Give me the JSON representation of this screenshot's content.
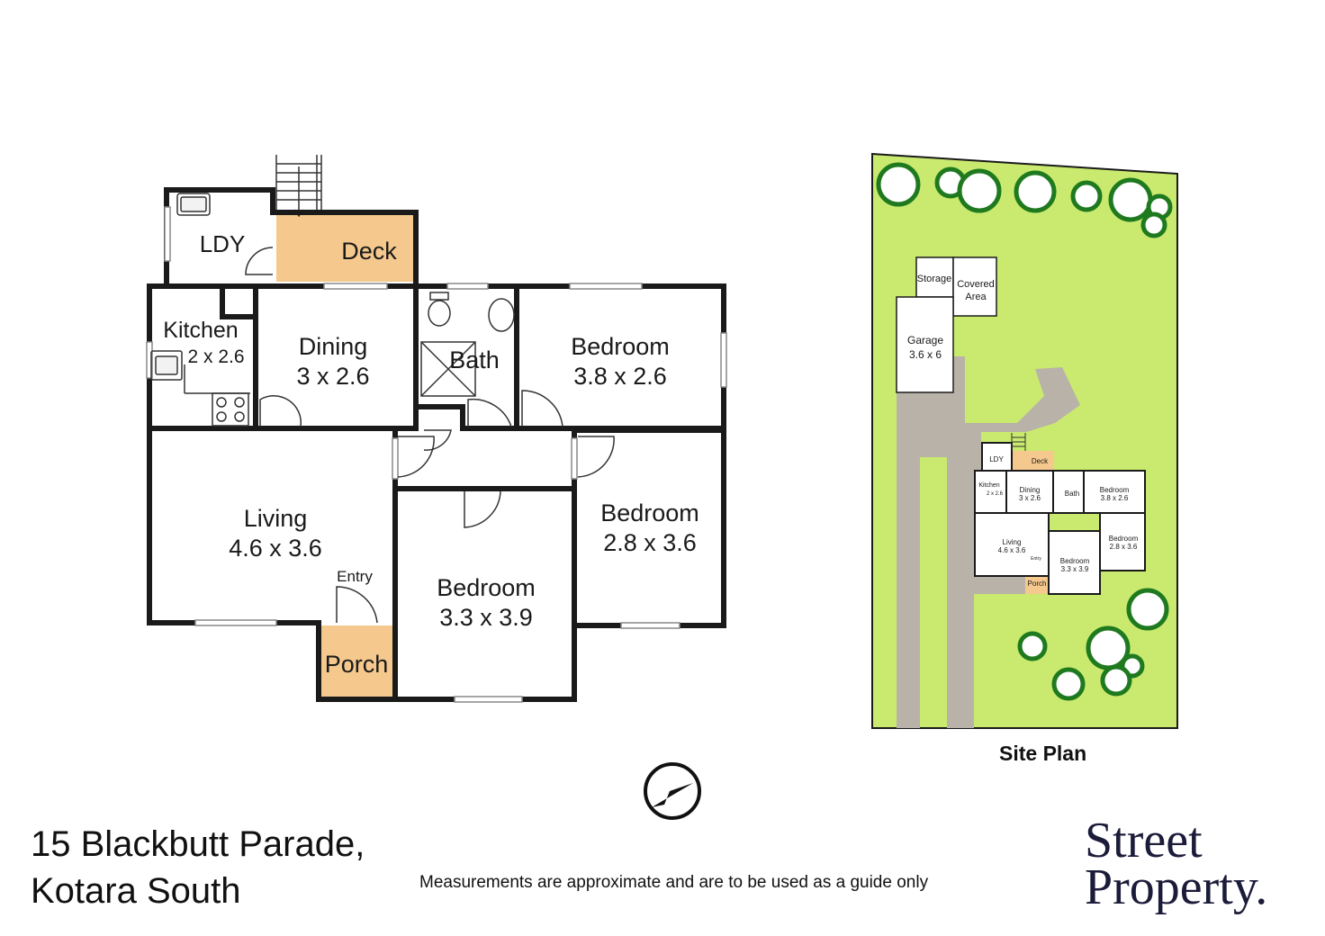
{
  "address": {
    "line1": "15 Blackbutt Parade,",
    "line2": "Kotara South"
  },
  "disclaimer": "Measurements are approximate and are to be used as a guide only",
  "brand": {
    "line1": "Street",
    "line2": "Property."
  },
  "site_plan": {
    "title": "Site Plan",
    "labels": {
      "storage": "Storage",
      "covered": "Covered",
      "area": "Area",
      "garage": "Garage",
      "garage_dim": "3.6 x 6",
      "ldy": "LDY",
      "deck": "Deck",
      "kitchen": "Kitchen",
      "kitchen_dim": "2 x 2.6",
      "dining": "Dining",
      "dining_dim": "3 x 2.6",
      "bath": "Bath",
      "bed1": "Bedroom",
      "bed1_dim": "3.8 x 2.6",
      "bed2": "Bedroom",
      "bed2_dim": "2.8 x 3.6",
      "living": "Living",
      "living_dim": "4.6 x 3.6",
      "entry": "Entry",
      "bed3": "Bedroom",
      "bed3_dim": "3.3 x 3.9",
      "porch": "Porch"
    }
  },
  "floor_plan": {
    "ldy": "LDY",
    "deck": "Deck",
    "kitchen": {
      "name": "Kitchen",
      "dim": "2 x 2.6"
    },
    "dining": {
      "name": "Dining",
      "dim": "3 x 2.6"
    },
    "bath": "Bath",
    "bedroom1": {
      "name": "Bedroom",
      "dim": "3.8 x 2.6"
    },
    "living": {
      "name": "Living",
      "dim": "4.6 x 3.6"
    },
    "entry": "Entry",
    "bedroom2": {
      "name": "Bedroom",
      "dim": "2.8 x 3.6"
    },
    "bedroom3": {
      "name": "Bedroom",
      "dim": "3.3 x 3.9"
    },
    "porch": "Porch"
  },
  "colors": {
    "wall": "#1a1a1a",
    "deck": "#f5c98e",
    "lawn": "#c9ea6e",
    "driveway": "#b9b2a8",
    "tree": "#1f7a1f"
  },
  "icons": {
    "north": "north-arrow-icon"
  }
}
